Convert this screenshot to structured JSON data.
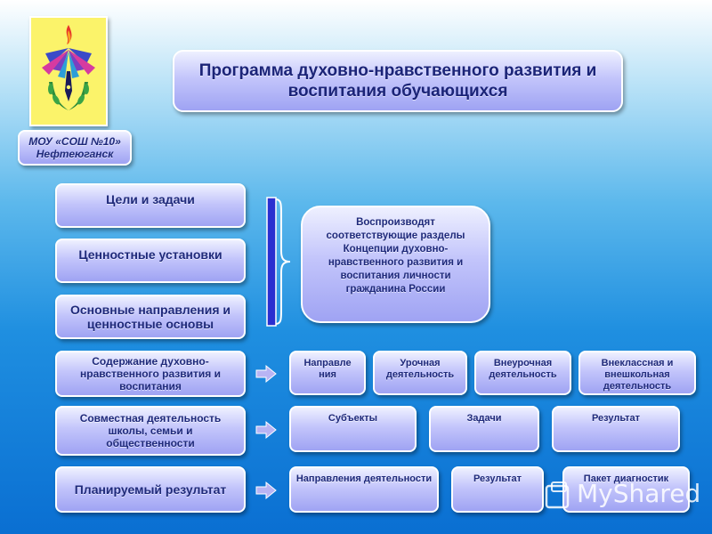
{
  "title": "Программа духовно-нравственного развития и воспитания обучающихся",
  "school": {
    "line1": "МОУ «СОШ №10»",
    "line2": "Нефтеюганск"
  },
  "left_items": [
    "Цели и задачи",
    "Ценностные установки",
    "Основные направления и ценностные основы",
    "Содержание духовно-нравственного развития и воспитания",
    "Совместная деятельность школы, семьи и общественности",
    "Планируемый результат"
  ],
  "bracket_note": "Воспроизводят соответствующие разделы Концепции духовно-нравственного развития и воспитания личности гражданина России",
  "row1": [
    "Направле ния",
    "Урочная деятельность",
    "Внеурочная деятельность",
    "Внеклассная и внешкольная деятельность"
  ],
  "row2": [
    "Субъекты",
    "Задачи",
    "Результат"
  ],
  "row3": [
    "Направления деятельности",
    "Результат",
    "Пакет диагностик"
  ],
  "watermark": {
    "text": "MyShared",
    "icon": "myshared-logo-icon"
  },
  "icons": {
    "logo": "school-emblem-icon",
    "arrow": "right-arrow-icon",
    "brace": "curly-brace-icon"
  },
  "colors": {
    "box_text": "#1f2a7a",
    "box_fill": "#b4b8f8",
    "arrow": "#b8b4f4",
    "logo_bg": "#fbf36a"
  }
}
